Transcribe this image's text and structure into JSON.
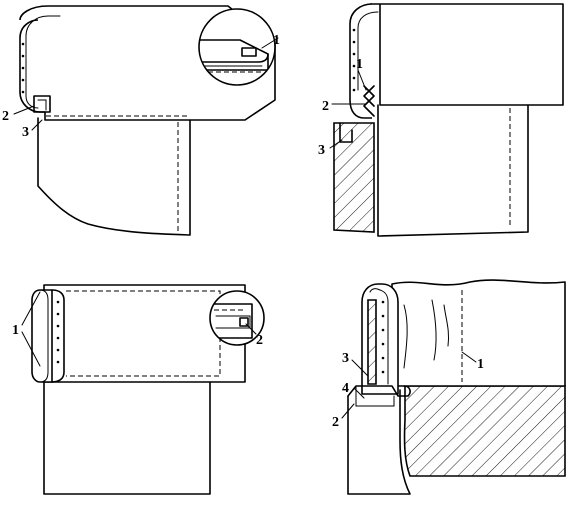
{
  "figures": [
    {
      "id": "fig-top-left",
      "labels": [
        "1",
        "2",
        "3"
      ]
    },
    {
      "id": "fig-top-right",
      "labels": [
        "1",
        "2",
        "3"
      ]
    },
    {
      "id": "fig-bottom-left",
      "labels": [
        "1",
        "2"
      ]
    },
    {
      "id": "fig-bottom-right",
      "labels": [
        "1",
        "2",
        "3",
        "4"
      ]
    }
  ]
}
